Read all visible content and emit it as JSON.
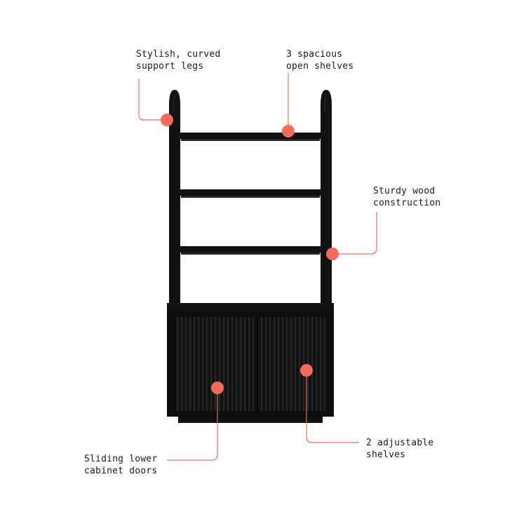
{
  "colors": {
    "furniture": "#111111",
    "furniture_shadow": "#262626",
    "accent": "#f26b5b",
    "text": "#1a1a1a",
    "background": "#ffffff"
  },
  "callouts": {
    "legs": {
      "line1": "Stylish, curved",
      "line2": "support legs"
    },
    "shelves": {
      "line1": "3 spacious",
      "line2": "open shelves"
    },
    "wood": {
      "line1": "Sturdy wood",
      "line2": "construction"
    },
    "doors": {
      "line1": "Sliding lower",
      "line2": "cabinet doors"
    },
    "adjustable": {
      "line1": "2 adjustable",
      "line2": "shelves"
    }
  }
}
